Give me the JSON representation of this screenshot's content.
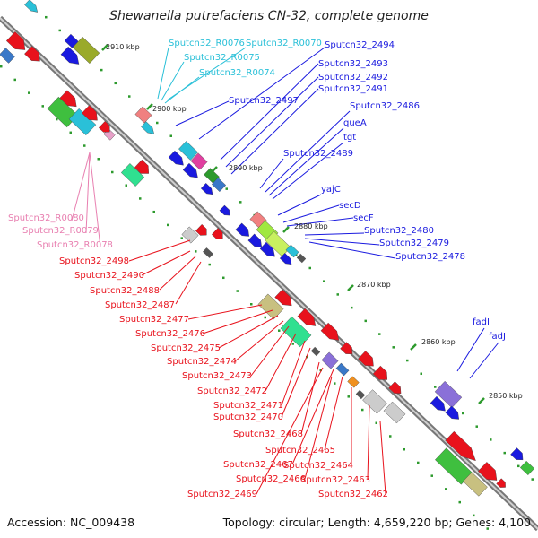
{
  "title": "Shewanella putrefaciens CN-32, complete genome",
  "footer": {
    "accession": "Accession: NC_009438",
    "summary": "Topology: circular; Length: 4,659,220 bp; Genes: 4,100"
  },
  "colors": {
    "blue": "#1a1adf",
    "red": "#e8121c",
    "cyan": "#2ac0d8",
    "pink": "#e87fb0",
    "backbone": "#777777",
    "tick": "#2d9a2d"
  },
  "scale_labels": [
    "2910 kbp",
    "2900 kbp",
    "2890 kbp",
    "2880 kbp",
    "2870 kbp",
    "2860 kbp",
    "2850 kbp"
  ],
  "gene_labels": {
    "cyan": [
      "Sputcn32_R0076",
      "Sputcn32_R0070",
      "Sputcn32_R0075",
      "Sputcn32_R0074"
    ],
    "blue": [
      "Sputcn32_2494",
      "Sputcn32_2493",
      "Sputcn32_2492",
      "Sputcn32_2491",
      "Sputcn32_2497",
      "Sputcn32_2486",
      "queA",
      "tgt",
      "Sputcn32_2489",
      "yajC",
      "secD",
      "secF",
      "Sputcn32_2480",
      "Sputcn32_2479",
      "Sputcn32_2478",
      "fadI",
      "fadJ"
    ],
    "pink": [
      "Sputcn32_R0080",
      "Sputcn32_R0079",
      "Sputcn32_R0078"
    ],
    "red": [
      "Sputcn32_2498",
      "Sputcn32_2490",
      "Sputcn32_2488",
      "Sputcn32_2487",
      "Sputcn32_2477",
      "Sputcn32_2476",
      "Sputcn32_2475",
      "Sputcn32_2474",
      "Sputcn32_2473",
      "Sputcn32_2472",
      "Sputcn32_2471",
      "Sputcn32_2470",
      "Sputcn32_2468",
      "Sputcn32_2465",
      "Sputcn32_2467",
      "Sputcn32_2464",
      "Sputcn32_2466",
      "Sputcn32_2463",
      "Sputcn32_2469",
      "Sputcn32_2462"
    ]
  }
}
